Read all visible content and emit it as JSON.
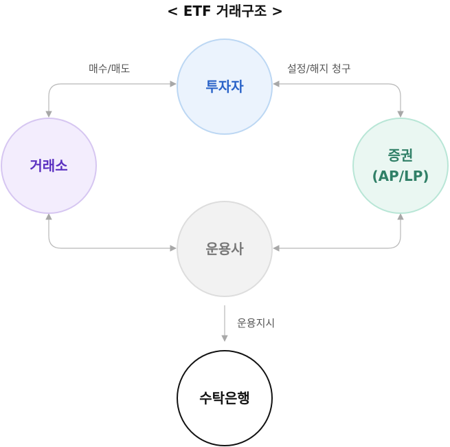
{
  "title": "< ETF 거래구조 >",
  "nodes": {
    "investor": {
      "label": "투자자"
    },
    "exchange": {
      "label": "거래소"
    },
    "securities": {
      "label": "증권\n(AP/LP)"
    },
    "asset_manager": {
      "label": "운용사"
    },
    "trustee_bank": {
      "label": "수탁은행"
    }
  },
  "edges": {
    "buy_sell": "매수/매도",
    "create_redeem": "설정/해지 청구",
    "management_order": "운용지시"
  },
  "colors": {
    "investor_text": "#2a63c8",
    "exchange_text": "#5a2fc0",
    "securities_text": "#2f7f66",
    "asset_manager_text": "#777777",
    "trustee_text": "#111111",
    "connector": "#b0b0b0"
  }
}
